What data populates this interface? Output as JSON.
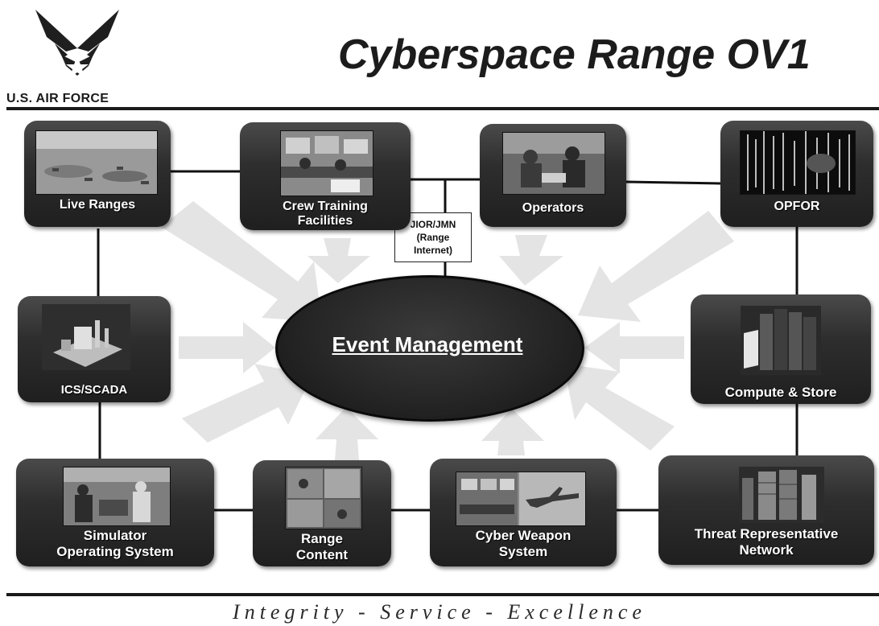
{
  "header": {
    "title": "Cyberspace Range OV1",
    "org": "U.S. AIR FORCE"
  },
  "footer": {
    "motto": "Integrity - Service - Excellence"
  },
  "hub": {
    "label": "Event Management"
  },
  "callout": {
    "line1": "JIOR/JMN",
    "line2": "(Range",
    "line3": "Internet)"
  },
  "nodes": {
    "live_ranges": {
      "label": "Live Ranges"
    },
    "crew_training": {
      "label_line1": "Crew Training",
      "label_line2": "Facilities"
    },
    "operators": {
      "label": "Operators"
    },
    "opfor": {
      "label": "OPFOR"
    },
    "ics_scada": {
      "label": "ICS/SCADA"
    },
    "compute_store": {
      "label": "Compute & Store"
    },
    "simulator": {
      "label_line1": "Simulator",
      "label_line2": "Operating System"
    },
    "range_content": {
      "label_line1": "Range",
      "label_line2": "Content"
    },
    "cyber_weapon": {
      "label_line1": "Cyber Weapon",
      "label_line2": "System"
    },
    "threat_network": {
      "label_line1": "Threat Representative",
      "label_line2": "Network"
    }
  },
  "colors": {
    "node_fill": "#262626",
    "arrow_fill": "#e3e3e3",
    "connector": "#111111"
  }
}
